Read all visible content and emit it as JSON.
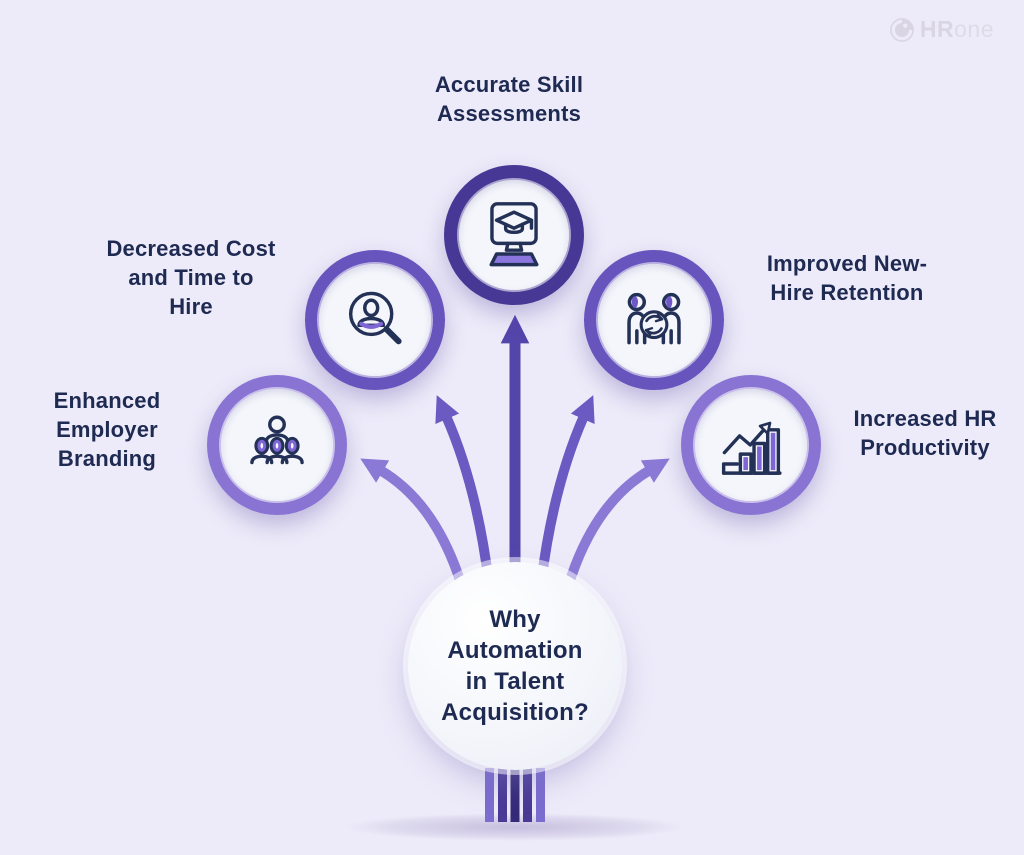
{
  "type": "infographic",
  "brand": {
    "name_bold": "HR",
    "name_light": "one",
    "logo_icon": "swirl-circle-icon",
    "logo_color": "#d9d5e3"
  },
  "center": {
    "title": "Why Automation in Talent Acquisition?",
    "title_lines": [
      "Why",
      "Automation",
      "in Talent",
      "Acquisition?"
    ]
  },
  "nodes": [
    {
      "id": "enhanced-employer-branding",
      "label": "Enhanced Employer Branding",
      "lines": [
        "Enhanced",
        "Employer",
        "Branding"
      ],
      "icon": "people-group-icon",
      "ring_color": "#8a74d3",
      "arrow_color": "#8b79d6",
      "position": "outer-left"
    },
    {
      "id": "decreased-cost-and-time-to-hire",
      "label": "Decreased Cost and Time to Hire",
      "lines": [
        "Decreased Cost",
        "and Time to",
        "Hire"
      ],
      "icon": "candidate-search-icon",
      "ring_color": "#6754bd",
      "arrow_color": "#6a5ac2",
      "position": "mid-left"
    },
    {
      "id": "accurate-skill-assessments",
      "label": "Accurate Skill Assessments",
      "lines": [
        "Accurate Skill",
        "Assessments"
      ],
      "icon": "monitor-graduation-icon",
      "ring_color": "#473896",
      "arrow_color": "#5445ab",
      "position": "top-center"
    },
    {
      "id": "improved-new-hire-retention",
      "label": "Improved New-Hire Retention",
      "lines": [
        "Improved New-",
        "Hire Retention"
      ],
      "icon": "employee-sync-icon",
      "ring_color": "#6754bd",
      "arrow_color": "#6a5ac2",
      "position": "mid-right"
    },
    {
      "id": "increased-hr-productivity",
      "label": "Increased HR Productivity",
      "lines": [
        "Increased HR",
        "Productivity"
      ],
      "icon": "growth-chart-icon",
      "ring_color": "#8a74d3",
      "arrow_color": "#8b79d6",
      "position": "outer-right"
    }
  ],
  "colors": {
    "background": "#edebf9",
    "text_navy": "#1e2a52",
    "icon_stroke": "#243157",
    "icon_accent_purple": "#7e66d6",
    "ring_dark": "#473896",
    "ring_mid": "#6754bd",
    "ring_light": "#8a74d3",
    "arrow_center": "#5445ab",
    "arrow_inner": "#6a5ac2",
    "arrow_outer": "#8b79d6",
    "node_inner_bg": "#f4f6fb"
  }
}
